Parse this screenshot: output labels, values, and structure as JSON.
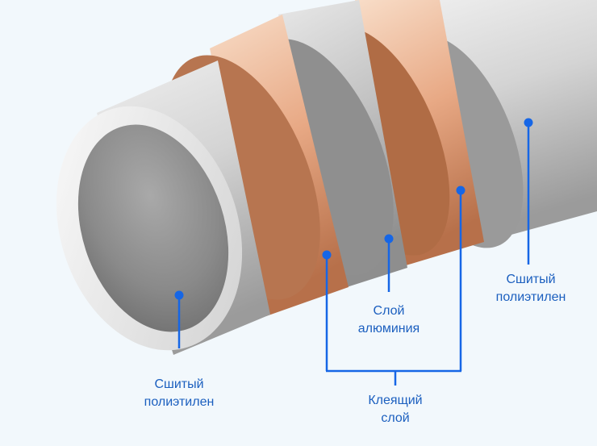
{
  "colors": {
    "background": "#f2f8fc",
    "pointer": "#1666e6",
    "label_text": "#1b5fbf",
    "polyethylene": "#c4c4c4",
    "adhesive_copper": "#e6a07a",
    "aluminum": "#bdbdbd"
  },
  "labels": {
    "inner_pe": {
      "line1": "Сшитый",
      "line2": "полиэтилен"
    },
    "aluminum": {
      "line1": "Слой",
      "line2": "алюминия"
    },
    "adhesive": {
      "line1": "Клеящий",
      "line2": "слой"
    },
    "outer_pe": {
      "line1": "Сшитый",
      "line2": "полиэтилен"
    }
  }
}
